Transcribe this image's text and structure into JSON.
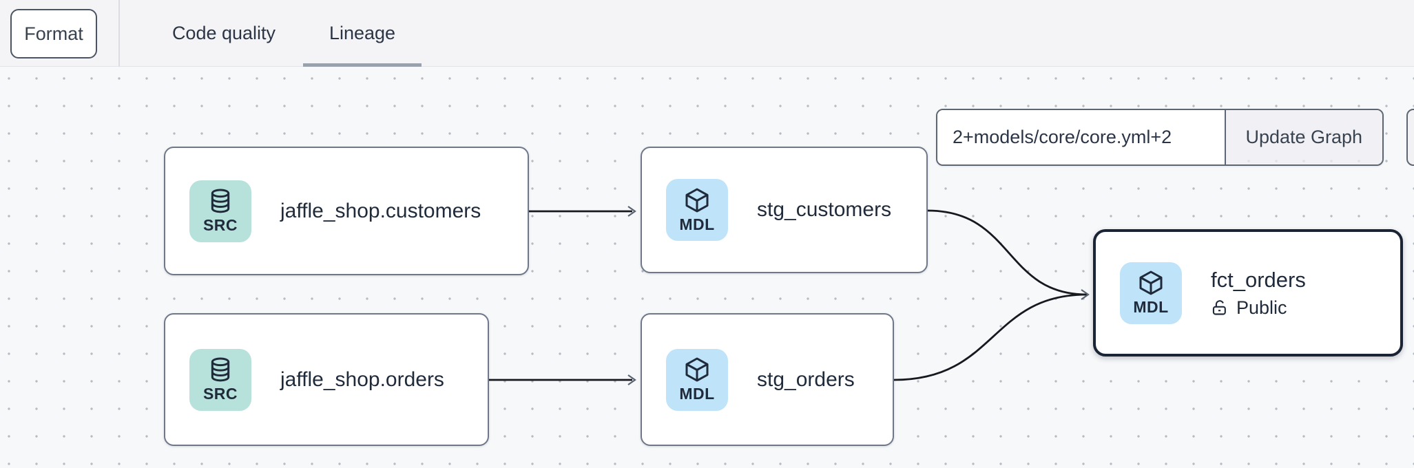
{
  "header": {
    "format_button": "Format",
    "tabs": [
      {
        "label": "Code quality",
        "active": false
      },
      {
        "label": "Lineage",
        "active": true
      }
    ]
  },
  "lineage_toolbar": {
    "selector_input_value": "2+models/core/core.yml+2",
    "update_graph_button": "Update Graph"
  },
  "graph": {
    "nodes": [
      {
        "id": "jaffle_shop.customers",
        "title": "jaffle_shop.customers",
        "badge": "SRC",
        "kind": "source",
        "icon": "database-icon"
      },
      {
        "id": "stg_customers",
        "title": "stg_customers",
        "badge": "MDL",
        "kind": "model",
        "icon": "cube-icon"
      },
      {
        "id": "jaffle_shop.orders",
        "title": "jaffle_shop.orders",
        "badge": "SRC",
        "kind": "source",
        "icon": "database-icon"
      },
      {
        "id": "stg_orders",
        "title": "stg_orders",
        "badge": "MDL",
        "kind": "model",
        "icon": "cube-icon"
      },
      {
        "id": "fct_orders",
        "title": "fct_orders",
        "badge": "MDL",
        "kind": "model",
        "icon": "cube-icon",
        "access": "Public",
        "selected": true
      }
    ],
    "edges": [
      {
        "from": "jaffle_shop.customers",
        "to": "stg_customers"
      },
      {
        "from": "jaffle_shop.orders",
        "to": "stg_orders"
      },
      {
        "from": "stg_customers",
        "to": "fct_orders"
      },
      {
        "from": "stg_orders",
        "to": "fct_orders"
      }
    ]
  },
  "colors": {
    "topbar_bg": "#f4f4f6",
    "canvas_bg": "#f7f8fa",
    "canvas_dot": "#b7bbc3",
    "node_border": "#6e7889",
    "selected_node_border": "#1b2434",
    "source_badge_bg": "#b7e1db",
    "model_badge_bg": "#bfe3f8",
    "text_dark": "#1f2a3a",
    "tab_underline": "#99a1ad",
    "edge": "#16191f"
  }
}
